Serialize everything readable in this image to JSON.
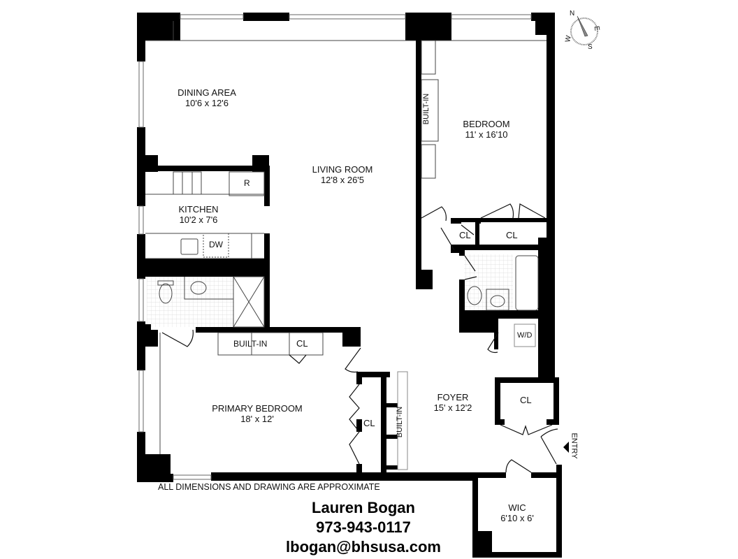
{
  "floorplan": {
    "rooms": [
      {
        "name": "DINING AREA",
        "dimensions": "10'6 x 12'6"
      },
      {
        "name": "LIVING ROOM",
        "dimensions": "12'8 x 26'5"
      },
      {
        "name": "KITCHEN",
        "dimensions": "10'2 x 7'6"
      },
      {
        "name": "BEDROOM",
        "dimensions": "11' x 16'10"
      },
      {
        "name": "PRIMARY BEDROOM",
        "dimensions": "18' x 12'"
      },
      {
        "name": "FOYER",
        "dimensions": "15' x 12'2"
      },
      {
        "name": "WIC",
        "dimensions": "6'10 x 6'"
      }
    ],
    "fixtures": {
      "refrigerator": "R",
      "dishwasher": "DW",
      "washer_dryer": "W/D",
      "closet": "CL",
      "built_in": "BUILT-IN"
    },
    "entry_label": "ENTRY",
    "compass": {
      "n": "N",
      "e": "E",
      "s": "S",
      "w": "W"
    },
    "disclaimer": "ALL DIMENSIONS AND DRAWING ARE APPROXIMATE"
  },
  "agent": {
    "name": "Lauren Bogan",
    "phone": "973-943-0117",
    "email": "lbogan@bhsusa.com"
  }
}
